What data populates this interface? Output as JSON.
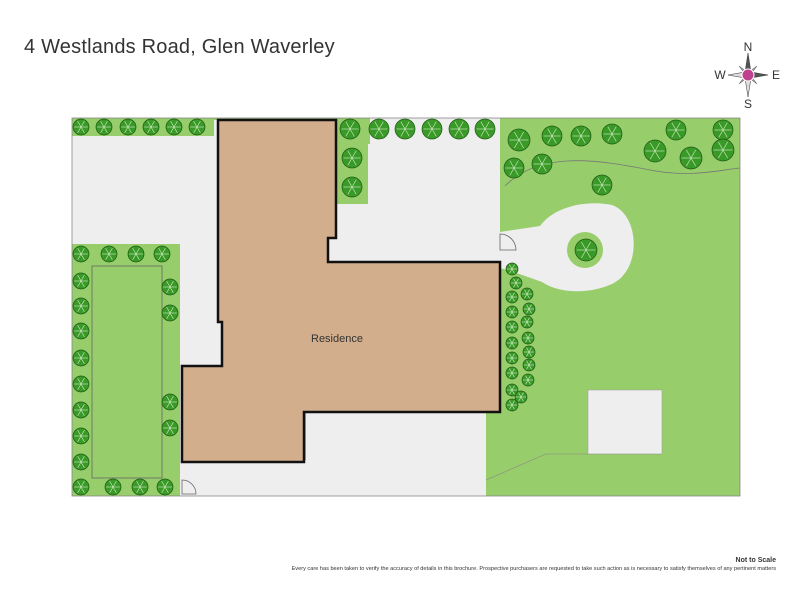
{
  "header": {
    "title": "4 Westlands Road, Glen Waverley"
  },
  "compass": {
    "north": "N",
    "south": "S",
    "east": "E",
    "west": "W"
  },
  "plan": {
    "residence_label": "Residence",
    "colors": {
      "lawn": "#97cd6a",
      "paving": "#eeeeee",
      "residence": "#d2ae8c",
      "tree": "#3a9a28",
      "wall": "#111111",
      "compass_center": "#c0418f"
    }
  },
  "footer": {
    "scale": "Not to Scale",
    "disclaimer": "Every care has been taken to verify the accuracy of details in this brochure. Prospective purchasers are requested to take such action as is necessary to satisfy themselves of any pertinent matters"
  }
}
